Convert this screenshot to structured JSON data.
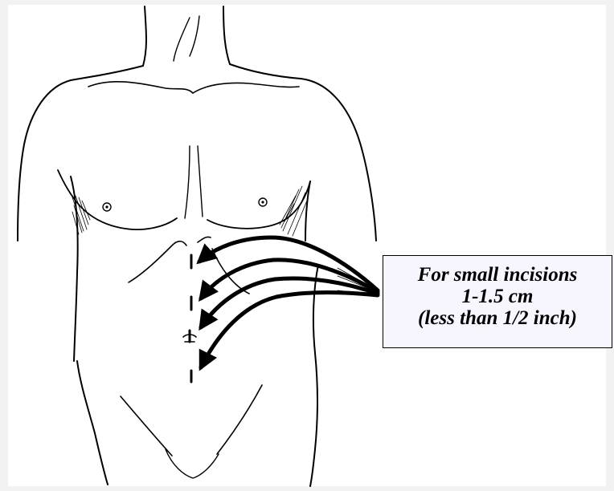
{
  "callout": {
    "lines": [
      "For small incisions",
      "1-1.5 cm",
      "(less than 1/2 inch)"
    ]
  },
  "figure": {
    "incision_count": 4
  },
  "colors": {
    "background": "#f2f2f2",
    "panel": "#ffffff",
    "ink": "#000000",
    "callout_fill": "#f7f6ff"
  }
}
